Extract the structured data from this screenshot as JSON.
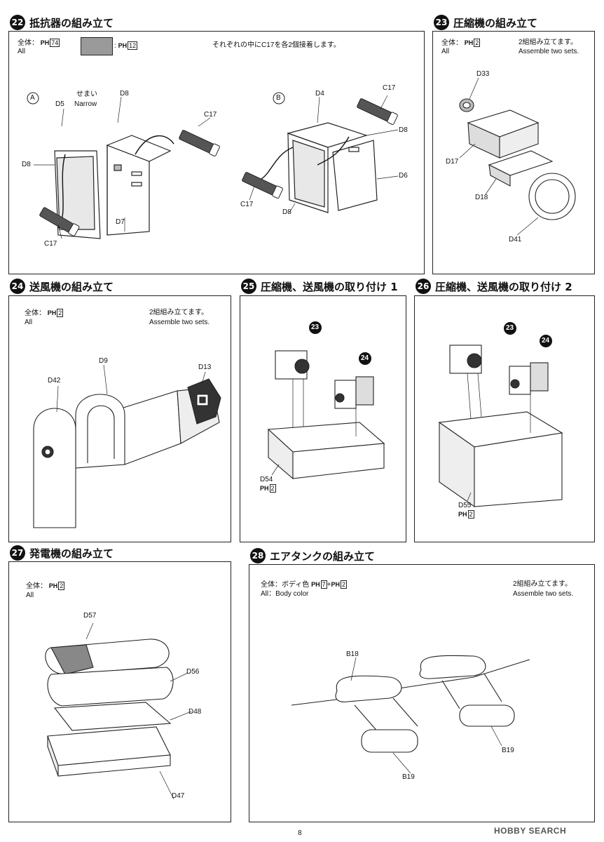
{
  "page": {
    "number": "8",
    "watermark": "HOBBY SEARCH"
  },
  "steps": {
    "s22": {
      "num": "22",
      "title": "抵抗器の組み立て",
      "whole": "全体：",
      "ph": "PH",
      "code1": "74",
      "code2": "12",
      "all": "All",
      "note": "それぞれの中にC17を各2個接着します。",
      "labels": {
        "A": "A",
        "B": "B",
        "semai": "せまい",
        "narrow": "Narrow",
        "D5": "D5",
        "D8a": "D8",
        "C17a": "C17",
        "D8b": "D8",
        "D7": "D7",
        "C17b": "C17",
        "D4": "D4",
        "C17c": "C17",
        "D8c": "D8",
        "D6": "D6",
        "C17d": "C17",
        "D8d": "D8"
      }
    },
    "s23": {
      "num": "23",
      "title": "圧縮機の組み立て",
      "whole": "全体：",
      "ph": "PH",
      "code": "2",
      "all": "All",
      "note_jp": "2組組み立てます。",
      "note_en": "Assemble two sets.",
      "labels": {
        "D33": "D33",
        "D17": "D17",
        "D18": "D18",
        "D41": "D41"
      }
    },
    "s24": {
      "num": "24",
      "title": "送風機の組み立て",
      "whole": "全体：",
      "ph": "PH",
      "code": "2",
      "all": "All",
      "note_jp": "2組組み立てます。",
      "note_en": "Assemble two sets.",
      "labels": {
        "D9": "D9",
        "D42": "D42",
        "D13": "D13"
      }
    },
    "s25": {
      "num": "25",
      "title": "圧縮機、送風機の取り付け 1",
      "labels": {
        "ref23": "23",
        "ref24": "24",
        "D54": "D54",
        "ph": "PH",
        "code": "2"
      }
    },
    "s26": {
      "num": "26",
      "title": "圧縮機、送風機の取り付け 2",
      "labels": {
        "ref23": "23",
        "ref24": "24",
        "D55": "D55",
        "ph": "PH",
        "code": "2"
      }
    },
    "s27": {
      "num": "27",
      "title": "発電機の組み立て",
      "whole": "全体：",
      "ph": "PH",
      "code": "2",
      "all": "All",
      "labels": {
        "D57": "D57",
        "D56": "D56",
        "D48": "D48",
        "D47": "D47"
      }
    },
    "s28": {
      "num": "28",
      "title": "エアタンクの組み立て",
      "whole": "全体：ボディ色",
      "ph": "PH",
      "code1": "7",
      "plus": "+",
      "code2": "2",
      "all": "All：Body color",
      "note_jp": "2組組み立てます。",
      "note_en": "Assemble two sets.",
      "labels": {
        "B18": "B18",
        "B19a": "B19",
        "B19b": "B19"
      }
    }
  }
}
